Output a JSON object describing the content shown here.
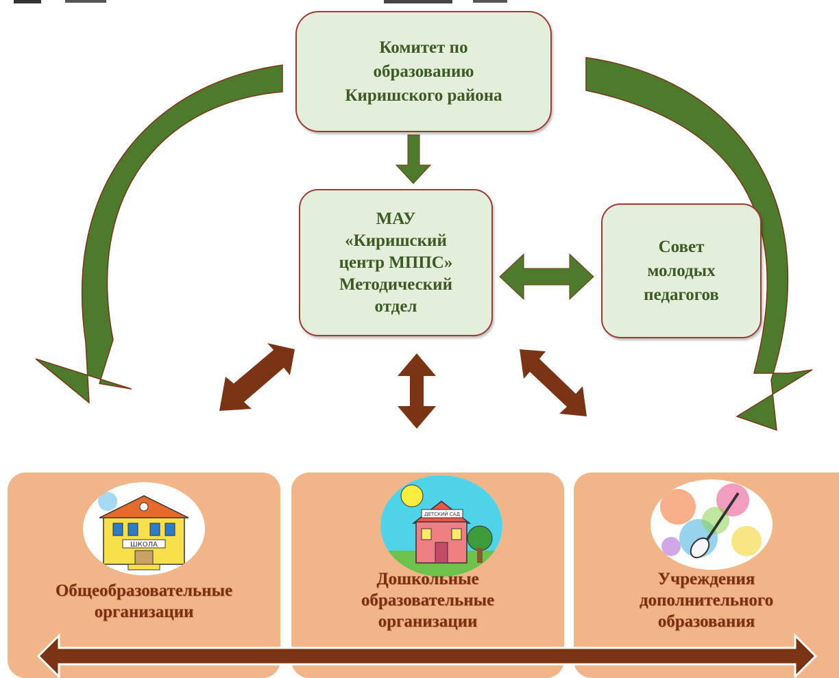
{
  "colors": {
    "green_arrow": "#4e7a2c",
    "brown_arrow": "#7b3413",
    "green_box_fill": "#e3efda",
    "green_box_border": "#9e3a32",
    "orange_box_fill": "#f2b587",
    "green_text": "#3c5a24",
    "brown_text": "#7a2e14"
  },
  "nodes": {
    "committee": "Комитет по\nобразованию\nКиришского района",
    "method_center": "МАУ\n«Киришский\nцентр МППС»\nМетодический\nотдел",
    "young_council": "Совет\nмолодых\nпедагогов"
  },
  "orgs": {
    "general": {
      "label": "Общеобразовательные\nорганизации",
      "sign": "ШКОЛА",
      "icon": "school-building-icon"
    },
    "preschool": {
      "label": "Дошкольные\nобразовательные\nорганизации",
      "sign": "ДЕТСКИЙ САД",
      "icon": "kindergarten-icon"
    },
    "additional": {
      "label": "Учреждения\nдополнительного\nобразования",
      "icon": "guitar-splash-icon"
    }
  }
}
